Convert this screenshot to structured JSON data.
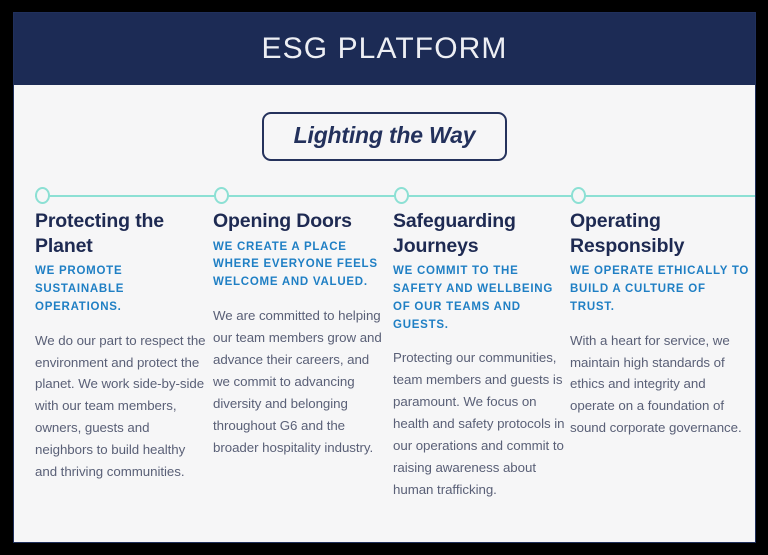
{
  "header": {
    "title": "ESG PLATFORM",
    "band_color": "#1c2b55",
    "title_color": "#edeff4"
  },
  "tagline": {
    "label": "Lighting the Way",
    "border_color": "#25325c",
    "text_color": "#23315c"
  },
  "timeline": {
    "line_color": "#8ce0d4",
    "node_color": "#8ce0d4",
    "node_count": 4
  },
  "theme": {
    "page_background": "#000000",
    "card_background": "#f6f6f7",
    "card_border": "#20305c",
    "navy": "#1e2a52",
    "accent_blue": "#1f7fc4",
    "body_text": "#5a6077",
    "teal": "#8ce0d4"
  },
  "pillars": [
    {
      "title": "Protecting the Planet",
      "subhead": "WE PROMOTE SUSTAINABLE OPERATIONS.",
      "body": "We do our part to respect the environment and protect the planet. We work side-by-side with our team members, owners, guests and neighbors to build healthy and thriving communities."
    },
    {
      "title": "Opening Doors",
      "subhead": "WE CREATE A PLACE WHERE EVERYONE FEELS WELCOME AND VALUED.",
      "body": "We are committed to helping our team members grow and advance their careers, and we commit to advancing diversity and belonging throughout G6 and the broader hospitality industry."
    },
    {
      "title": "Safeguarding Journeys",
      "subhead": "WE COMMIT TO THE SAFETY AND WELLBEING OF OUR TEAMS AND GUESTS.",
      "body": "Protecting our communities, team members and guests is paramount. We focus on health and safety protocols in our operations and commit to raising awareness about human trafficking."
    },
    {
      "title": "Operating Responsibly",
      "subhead": "WE OPERATE ETHICALLY TO BUILD A CULTURE OF TRUST.",
      "body": "With a heart for service, we maintain high standards of ethics and integrity and operate on a foundation of sound corporate governance."
    }
  ]
}
